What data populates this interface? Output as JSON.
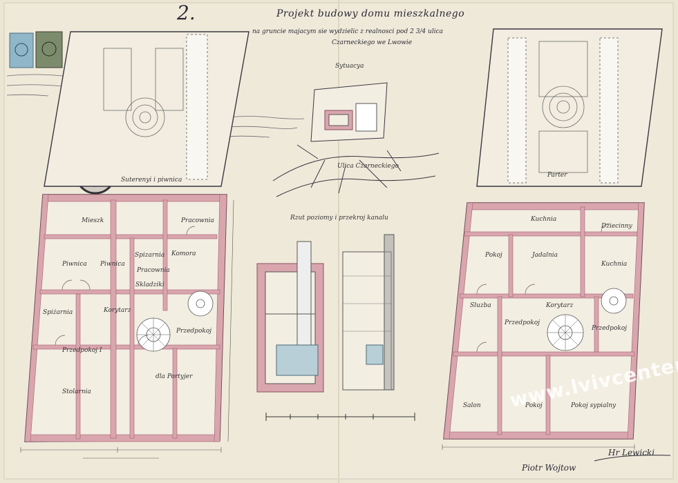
{
  "document": {
    "title": "Projekt budowy domu mieszkalnego",
    "subtitle_1": "na gruncie majacym sie wydzielic z realnosci pod 2 3/4 ulica",
    "subtitle_2": "Czarneckiego we Lwowie",
    "sheet_number": "2.",
    "watermark": "www.lvivcenter.org"
  },
  "sections": {
    "site_plan": "Sytuacya",
    "site_street": "Ulica Czarneckiego",
    "cross_section": "Rzut poziomy i przekroj kanalu"
  },
  "left_plan": {
    "title": "Suterenyi i piwnica",
    "rooms": [
      "Mieszk",
      "Pracownia",
      "Komora",
      "Piwnica",
      "Piwnica",
      "Spizarnia",
      "Pracownia",
      "Skladziki",
      "Korytarz",
      "Przedpokoj I",
      "Przedpokoj",
      "Stolarnia",
      "dla Portyjer",
      "Spiżarnia"
    ]
  },
  "right_plan": {
    "title": "Parter",
    "rooms": [
      "Kuchnia",
      "Dziecinny",
      "Pokoj",
      "Jadalnia",
      "Kuchnia",
      "Sluzba",
      "Przedpokoj",
      "Korytarz",
      "Przedpokoj",
      "Salon",
      "Pokoj",
      "Pokoj sypialny"
    ]
  },
  "signatures": {
    "left": "Piotr Wojtow",
    "right": "Hr Lewicki"
  },
  "colors": {
    "paper": "#ede7d6",
    "wall_pink": "#d9a6ae",
    "ink": "#3a3640",
    "wash_blue": "#b8cfd8",
    "stamp_black": "#2b2b2b"
  }
}
